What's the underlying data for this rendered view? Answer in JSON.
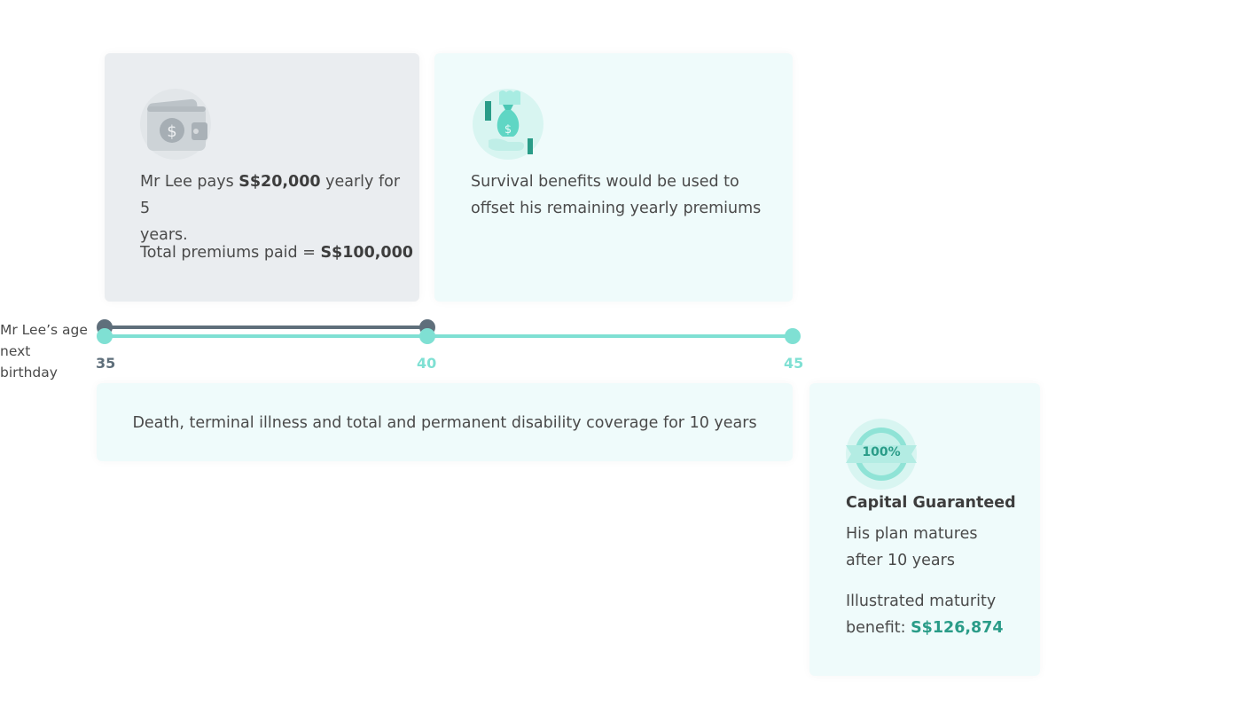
{
  "payment_card": {
    "line1_pre": "Mr Lee pays ",
    "line1_amount": "S$20,000",
    "line1_post": " yearly for 5",
    "line2": "years.",
    "total_pre": "Total premiums paid = ",
    "total_amount": "S$100,000",
    "icon": "wallet-dollar-icon"
  },
  "survival_card": {
    "line1": "Survival benefits would be used to",
    "line2": "offset his remaining yearly premiums",
    "icon": "hand-money-bag-icon"
  },
  "timeline": {
    "age_label_line1": "Mr Lee’s age",
    "age_label_line2": "next",
    "age_label_line3": "birthday",
    "ticks": [
      "35",
      "40",
      "45"
    ],
    "colors": {
      "premium": "#5f6f7b",
      "coverage": "#7fe0d3"
    }
  },
  "coverage_bar": {
    "text": "Death, terminal illness and total and permanent disability coverage for 10 years"
  },
  "maturity_card": {
    "badge": "100%",
    "title": "Capital Guaranteed",
    "line1": "His plan matures",
    "line2": "after 10 years",
    "benefit_line1": "Illustrated maturity",
    "benefit_pre": "benefit: ",
    "benefit_amount": "S$126,874",
    "icon": "guarantee-badge-icon",
    "accent": "#2a9c88"
  }
}
